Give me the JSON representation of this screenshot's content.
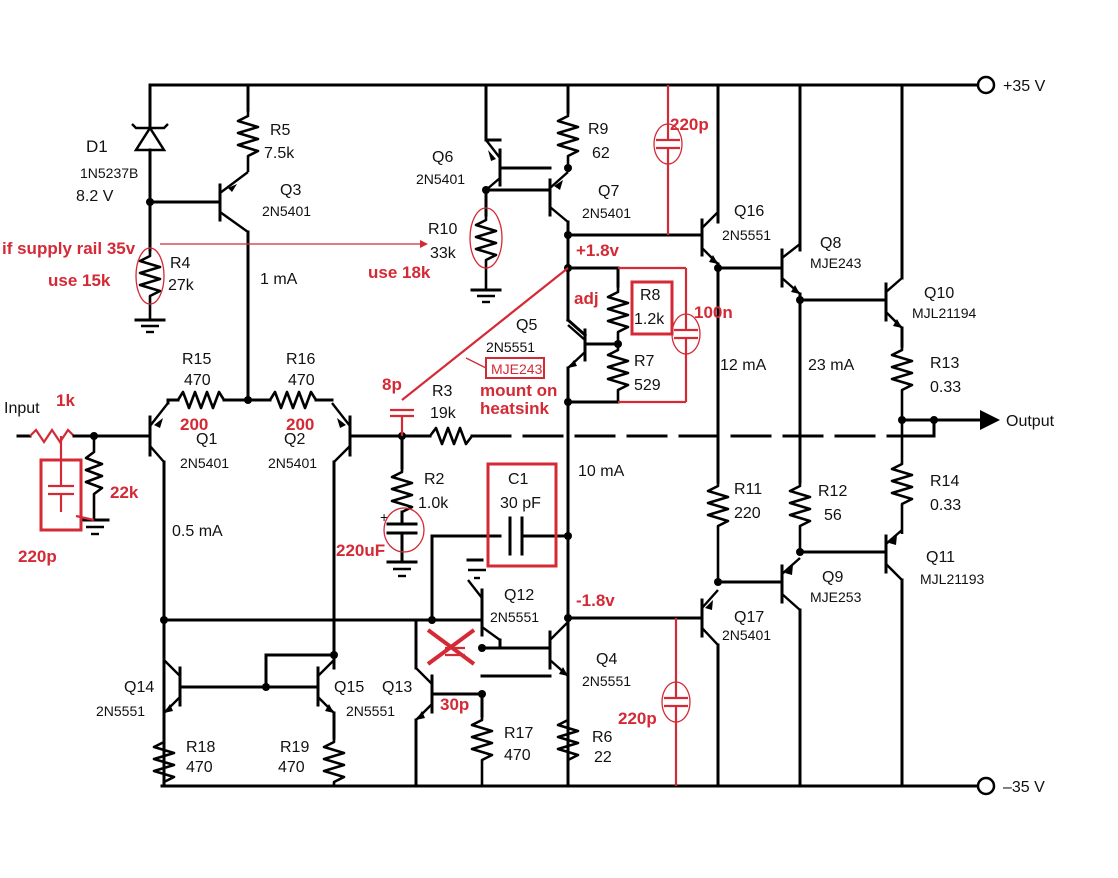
{
  "rails": {
    "pos": "+35 V",
    "neg": "–35 V"
  },
  "io": {
    "input": "Input",
    "output": "Output"
  },
  "parts": {
    "d1": {
      "ref": "D1",
      "part": "1N5237B",
      "value": "8.2 V"
    },
    "r5": {
      "ref": "R5",
      "value": "7.5k"
    },
    "q3": {
      "ref": "Q3",
      "part": "2N5401"
    },
    "r4": {
      "ref": "R4",
      "value": "27k"
    },
    "q6": {
      "ref": "Q6",
      "part": "2N5401"
    },
    "q7": {
      "ref": "Q7",
      "part": "2N5401"
    },
    "r9": {
      "ref": "R9",
      "value": "62"
    },
    "r10": {
      "ref": "R10",
      "value": "33k"
    },
    "q16": {
      "ref": "Q16",
      "part": "2N5551"
    },
    "q8": {
      "ref": "Q8",
      "part": "MJE243"
    },
    "q10": {
      "ref": "Q10",
      "part": "MJL21194"
    },
    "r13": {
      "ref": "R13",
      "value": "0.33"
    },
    "r14": {
      "ref": "R14",
      "value": "0.33"
    },
    "q11": {
      "ref": "Q11",
      "part": "MJL21193"
    },
    "q9": {
      "ref": "Q9",
      "part": "MJE253"
    },
    "q17": {
      "ref": "Q17",
      "part": "2N5401"
    },
    "r11": {
      "ref": "R11",
      "value": "220"
    },
    "r12": {
      "ref": "R12",
      "value": "56"
    },
    "q5": {
      "ref": "Q5",
      "part": "2N5551"
    },
    "r8": {
      "ref": "R8",
      "value": "1.2k"
    },
    "r7": {
      "ref": "R7",
      "value": "529"
    },
    "r3": {
      "ref": "R3",
      "value": "19k"
    },
    "r2": {
      "ref": "R2",
      "value": "1.0k"
    },
    "c1": {
      "ref": "C1",
      "value": "30 pF"
    },
    "q12": {
      "ref": "Q12",
      "part": "2N5551"
    },
    "q4": {
      "ref": "Q4",
      "part": "2N5551"
    },
    "q13": {
      "ref": "Q13"
    },
    "r17": {
      "ref": "R17",
      "value": "470"
    },
    "r6": {
      "ref": "R6",
      "value": "22"
    },
    "r15": {
      "ref": "R15",
      "value": "470"
    },
    "r16": {
      "ref": "R16",
      "value": "470"
    },
    "q1": {
      "ref": "Q1",
      "part": "2N5401"
    },
    "q2": {
      "ref": "Q2",
      "part": "2N5401"
    },
    "q14": {
      "ref": "Q14",
      "part": "2N5551"
    },
    "q15": {
      "ref": "Q15",
      "part": "2N5551"
    },
    "r18": {
      "ref": "R18",
      "value": "470"
    },
    "r19": {
      "ref": "R19",
      "value": "470"
    }
  },
  "currents": {
    "q3": "1 mA",
    "ltp": "0.5 mA",
    "vas": "10 mA",
    "driver": "12 mA",
    "predriver": "23 mA"
  },
  "mods": {
    "supply_note": "if supply rail 35v",
    "use15k": "use 15k",
    "use18k": "use 18k",
    "c220p_top": "220p",
    "plus18": "+1.8v",
    "minus18": "-1.8v",
    "adj": "adj",
    "c100n": "100n",
    "c8p": "8p",
    "q5_replace": "MJE243",
    "mount": "mount on",
    "heatsink": "heatsink",
    "r_in": "1k",
    "r_22k": "22k",
    "c_in": "220p",
    "r15_new": "200",
    "r16_new": "200",
    "c_220uf": "220uF",
    "c_30p": "30p",
    "c220p_bottom": "220p"
  }
}
